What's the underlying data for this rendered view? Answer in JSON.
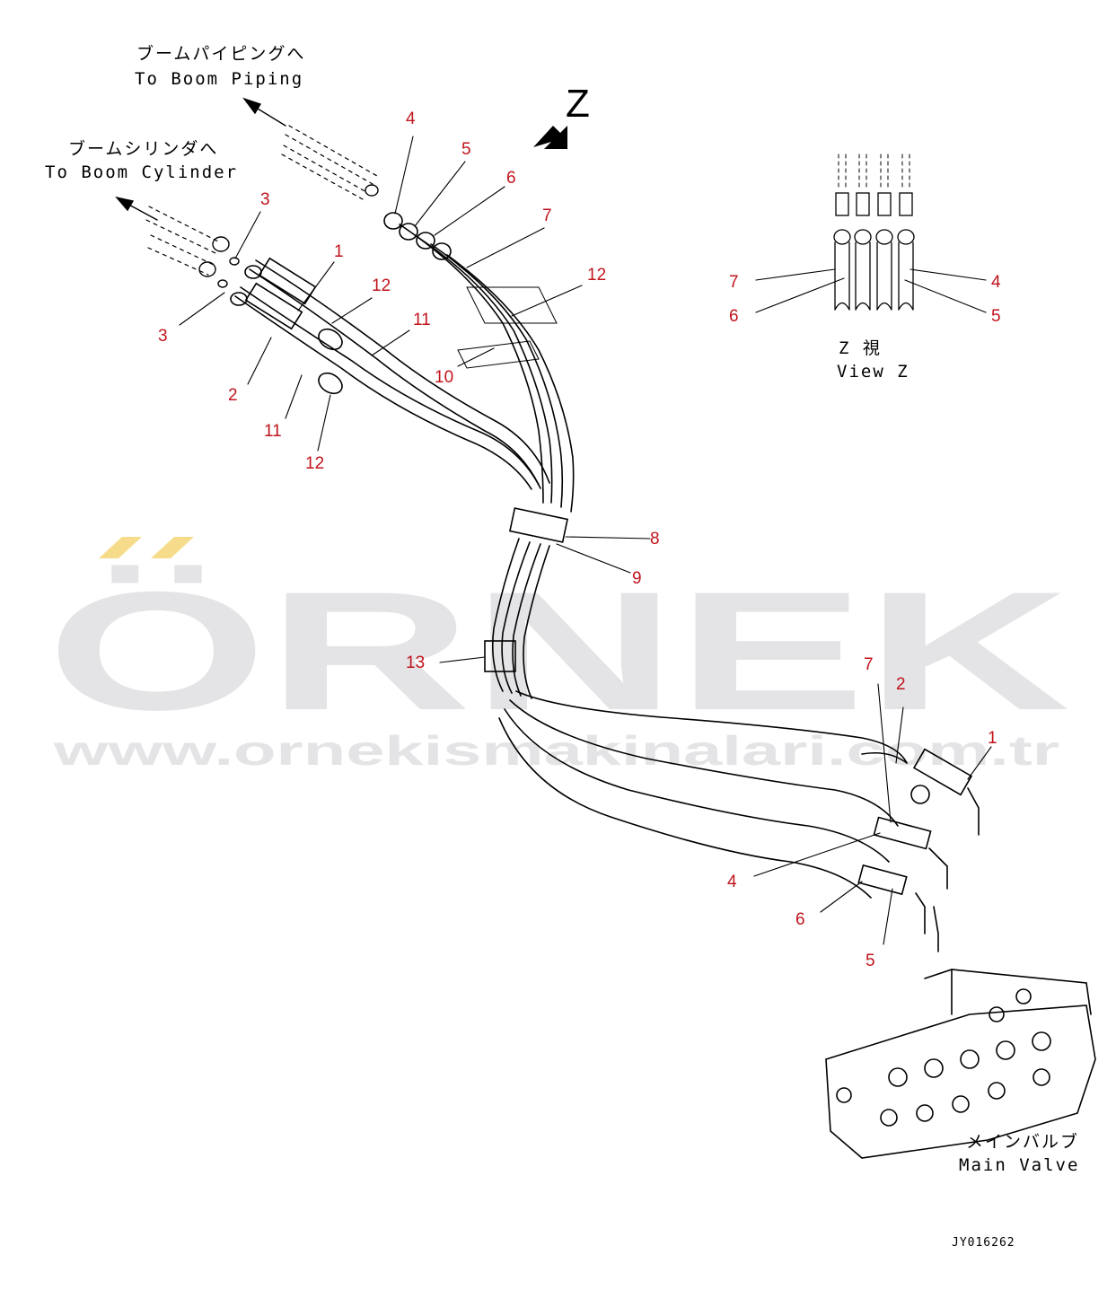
{
  "colors": {
    "callout": "#c0141c",
    "line": "#000000",
    "watermark": "#e4e4e6",
    "watermark_accent": "#f6dc8a"
  },
  "watermark": {
    "brand": "ÖRNEK",
    "url": "www.ornekismakinalari.com.tr"
  },
  "labels": {
    "boom_piping_jp": "ブームパイピングへ",
    "boom_piping_en": "To Boom Piping",
    "boom_cylinder_jp": "ブームシリンダへ",
    "boom_cylinder_en": "To Boom Cylinder",
    "view_arrow": "Z",
    "view_z_jp": "Z  視",
    "view_z_en": "View Z",
    "main_valve_jp": "メインバルブ",
    "main_valve_en": "Main Valve",
    "drawing_code": "JY016262"
  },
  "callouts": [
    {
      "id": "c-4-top",
      "text": "4"
    },
    {
      "id": "c-5-top",
      "text": "5"
    },
    {
      "id": "c-6-top",
      "text": "6"
    },
    {
      "id": "c-7-top",
      "text": "7"
    },
    {
      "id": "c-12-top",
      "text": "12"
    },
    {
      "id": "c-3-a",
      "text": "3"
    },
    {
      "id": "c-3-b",
      "text": "3"
    },
    {
      "id": "c-1-left",
      "text": "1"
    },
    {
      "id": "c-12-left",
      "text": "12"
    },
    {
      "id": "c-11-a",
      "text": "11"
    },
    {
      "id": "c-2-left",
      "text": "2"
    },
    {
      "id": "c-11-b",
      "text": "11"
    },
    {
      "id": "c-12-bottom",
      "text": "12"
    },
    {
      "id": "c-10",
      "text": "10"
    },
    {
      "id": "c-8",
      "text": "8"
    },
    {
      "id": "c-9",
      "text": "9"
    },
    {
      "id": "c-13",
      "text": "13"
    },
    {
      "id": "c-7-view",
      "text": "7"
    },
    {
      "id": "c-6-view",
      "text": "6"
    },
    {
      "id": "c-4-view",
      "text": "4"
    },
    {
      "id": "c-5-view",
      "text": "5"
    },
    {
      "id": "c-7-right",
      "text": "7"
    },
    {
      "id": "c-2-right",
      "text": "2"
    },
    {
      "id": "c-1-right",
      "text": "1"
    },
    {
      "id": "c-4-right",
      "text": "4"
    },
    {
      "id": "c-6-right",
      "text": "6"
    },
    {
      "id": "c-5-right",
      "text": "5"
    }
  ]
}
